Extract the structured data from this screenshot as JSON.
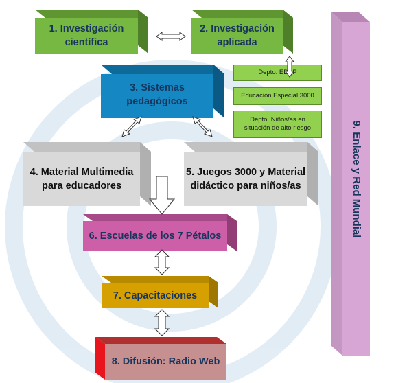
{
  "boxes": {
    "b1": "1. Investigación científica",
    "b2": "2. Investigación aplicada",
    "b3": "3. Sistemas pedagógicos",
    "b4": "4. Material Multimedia para educadores",
    "b5": "5. Juegos 3000 y Material didáctico para niños/as",
    "b6": "6. Escuelas de los 7 Pétalos",
    "b7": "7. Capacitaciones",
    "b8": "8. Difusión: Radio Web",
    "b9": "9. Enlace y Red Mundial"
  },
  "depts": [
    "Depto. EDSP",
    "Educación Especial 3000",
    "Depto. Niños/as en situación de alto riesgo"
  ],
  "colors": {
    "green": "#77b843",
    "blue": "#1588c4",
    "gray": "#d9d9d9",
    "magenta": "#cc5fa8",
    "gold": "#d6a000",
    "red": "#c69090",
    "lilac": "#d7a6d5",
    "light_green": "#92d050"
  }
}
